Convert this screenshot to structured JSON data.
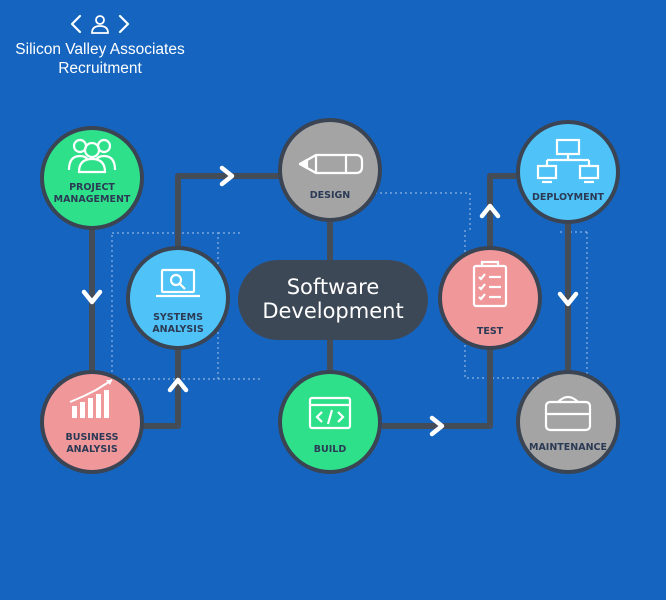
{
  "brand": {
    "name_line1": "Silicon Valley Associates",
    "name_line2": "Recruitment",
    "logo_icon": "person-brackets-icon"
  },
  "center": {
    "line1": "Software",
    "line2": "Development"
  },
  "nodes": {
    "project_management": {
      "line1": "PROJECT",
      "line2": "MANAGEMENT",
      "icon": "people-icon"
    },
    "systems_analysis": {
      "line1": "SYSTEMS",
      "line2": "ANALYSIS",
      "icon": "laptop-search-icon"
    },
    "business_analysis": {
      "line1": "BUSINESS",
      "line2": "ANALYSIS",
      "icon": "bar-chart-icon"
    },
    "design": {
      "line1": "DESIGN",
      "icon": "pencil-icon"
    },
    "build": {
      "line1": "BUILD",
      "icon": "code-window-icon"
    },
    "test": {
      "line1": "TEST",
      "icon": "checklist-icon"
    },
    "deployment": {
      "line1": "DEPLOYMENT",
      "icon": "network-icon"
    },
    "maintenance": {
      "line1": "MAINTENANCE",
      "icon": "toolbox-icon"
    }
  },
  "colors": {
    "background": "#1565c0",
    "green": "#2fe08a",
    "blue": "#4fc3f7",
    "pink": "#f0979a",
    "grey": "#a4a4a4",
    "dark": "#3d4856",
    "line": "#444c58"
  }
}
